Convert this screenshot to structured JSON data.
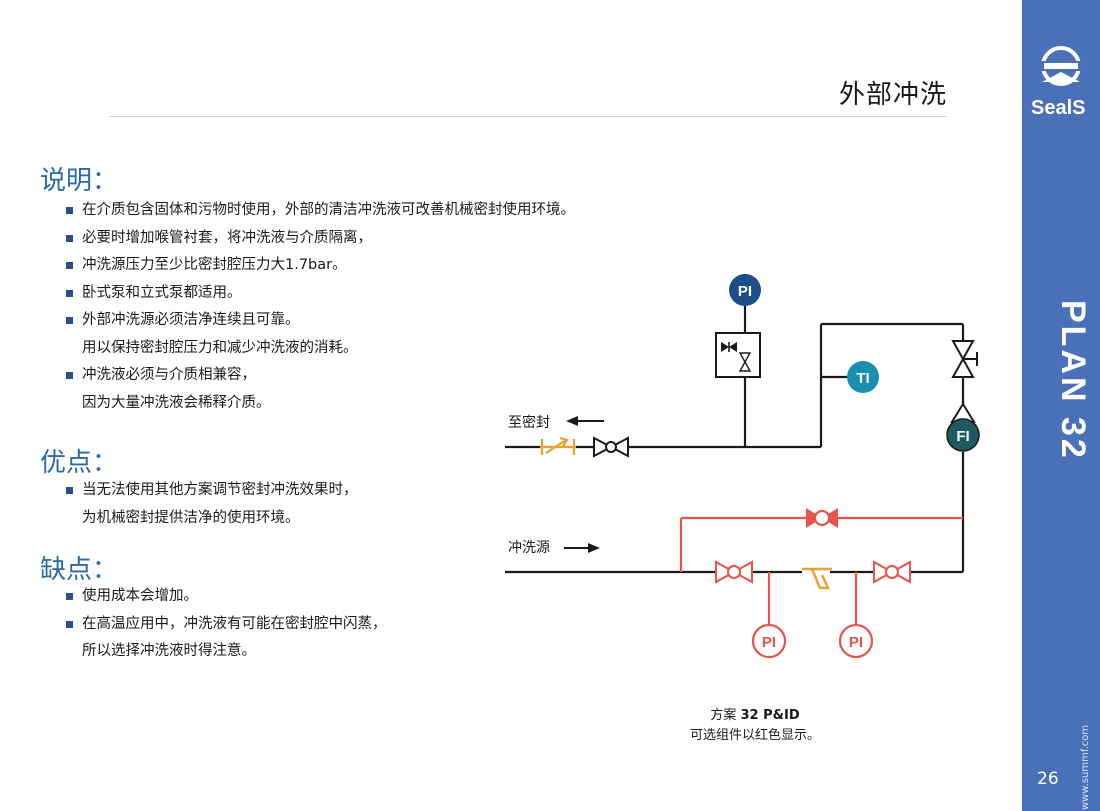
{
  "header": {
    "title": "外部冲洗"
  },
  "sections": {
    "description": {
      "heading": "说明：",
      "items": [
        {
          "text": "在介质包含固体和污物时使用，外部的清洁冲洗液可改善机械密封使用环境。",
          "cont": ""
        },
        {
          "text": "必要时增加喉管衬套，将冲洗液与介质隔离，",
          "cont": ""
        },
        {
          "text": "冲洗源压力至少比密封腔压力大1.7bar。",
          "cont": ""
        },
        {
          "text": "卧式泵和立式泵都适用。",
          "cont": ""
        },
        {
          "text": "外部冲洗源必须洁净连续且可靠。",
          "cont": "用以保持密封腔压力和减少冲洗液的消耗。"
        },
        {
          "text": "冲洗液必须与介质相兼容，",
          "cont": "因为大量冲洗液会稀释介质。"
        }
      ]
    },
    "advantages": {
      "heading": "优点：",
      "items": [
        {
          "text": "当无法使用其他方案调节密封冲洗效果时，",
          "cont": "为机械密封提供洁净的使用环境。"
        }
      ]
    },
    "disadvantages": {
      "heading": "缺点：",
      "items": [
        {
          "text": "使用成本会增加。",
          "cont": ""
        },
        {
          "text": "在高温应用中，冲洗液有可能在密封腔中闪蒸，",
          "cont": "所以选择冲洗液时得注意。"
        }
      ]
    }
  },
  "diagram": {
    "labels": {
      "to_seal": "至密封",
      "flush_source": "冲洗源",
      "pi_top": "PI",
      "ti": "TI",
      "fi": "FI",
      "pi_left": "PI",
      "pi_right": "PI"
    },
    "colors": {
      "line": "#1a1a1a",
      "optional": "#e8534a",
      "strainer": "#e8a030",
      "pi_blue": "#1c4f8a",
      "ti_teal": "#1a8fb0",
      "fi_dark": "#1f5a5e"
    }
  },
  "caption": {
    "line1_prefix": "方案 ",
    "line1_bold": "32 P&ID",
    "line2": "可选组件以红色显示。"
  },
  "sidebar": {
    "logo_text": "SealS",
    "plan_label": "PLAN 32",
    "page_number": "26",
    "website": "www.summf.com"
  }
}
